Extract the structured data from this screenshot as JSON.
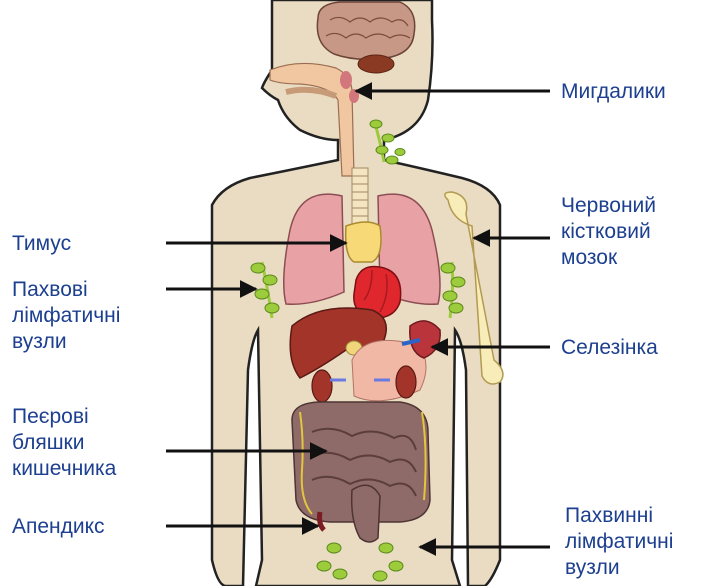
{
  "labels": {
    "tonsils": "Мигдалики",
    "bone_marrow": [
      "Червоний",
      "кістковий",
      "мозок"
    ],
    "spleen": "Селезінка",
    "inguinal_nodes": [
      "Пахвинні",
      "лімфатичні",
      "вузли"
    ],
    "thymus": "Тимус",
    "axillary_nodes": [
      "Пахвові",
      "лімфатичні",
      "вузли"
    ],
    "peyers_patches": [
      "Пеєрові",
      "бляшки",
      "кишечника"
    ],
    "appendix": "Апендикс"
  },
  "colors": {
    "label_text": "#1c3f8f",
    "body_fill": "#eadcc3",
    "body_outline": "#222222",
    "lymph_node": "#9ccc3c",
    "thymus": "#f7d978",
    "lung": "#e8a2a6",
    "heart": "#e0272d",
    "liver": "#a2342a",
    "spleen": "#b9353b",
    "intestine": "#8e6a68",
    "bone": "#f8ecb8",
    "brain": "#c89886"
  }
}
